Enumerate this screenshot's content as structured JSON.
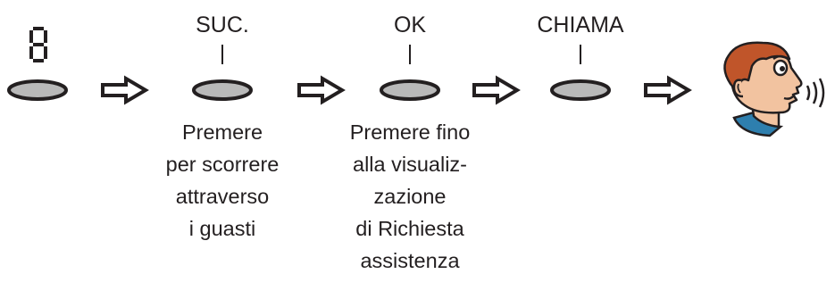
{
  "step0": {
    "glyph": "8"
  },
  "step1": {
    "label": "SUC.",
    "caption_lines": [
      "Premere",
      "per scorrere",
      "attraverso",
      "i guasti"
    ]
  },
  "step2": {
    "label": "OK",
    "caption_lines": [
      "Premere fino",
      "alla visualiz-",
      "zazione",
      "di Richiesta",
      "assistenza"
    ]
  },
  "step3": {
    "label": "CHIAMA"
  },
  "colors": {
    "ink": "#231f20",
    "button_fill": "#b9b9b9",
    "skin": "#f2c3a0",
    "hair": "#c0552a",
    "shirt": "#2e7fae"
  },
  "icons": [
    "display-digit-icon",
    "key-button-icon",
    "arrow-right-icon",
    "person-speaking-icon"
  ]
}
